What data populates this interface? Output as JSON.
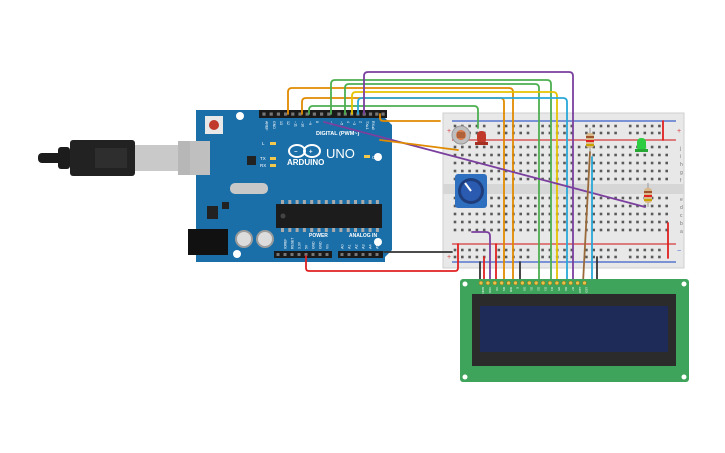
{
  "board": {
    "brand": "ARDUINO",
    "model": "UNO",
    "digital_header": "DIGITAL (PWM~)",
    "power_label": "POWER",
    "analog_label": "ANALOG IN",
    "led_l": "L",
    "led_tx": "TX",
    "led_rx": "RX",
    "on_label": "ON",
    "top_pin_labels": [
      "AREF",
      "GND",
      "13",
      "12",
      "~11",
      "~10",
      "~9",
      "8",
      "7",
      "~6",
      "~5",
      "4",
      "~3",
      "2",
      "TX▸1",
      "RX◂0"
    ],
    "power_pin_labels": [
      "IOREF",
      "RESET",
      "3.3V",
      "5V",
      "GND",
      "GND",
      "Vin"
    ],
    "analog_pin_labels": [
      "A0",
      "A1",
      "A2",
      "A3",
      "A4",
      "A5"
    ]
  },
  "breadboard": {
    "row_letters_top": [
      "j",
      "i",
      "h",
      "g",
      "f"
    ],
    "row_letters_bottom": [
      "e",
      "d",
      "c",
      "b",
      "a"
    ],
    "plus": "+",
    "minus": "−"
  },
  "lcd": {
    "pin_labels": [
      "GND",
      "VCC",
      "V0",
      "RS",
      "RW",
      "E",
      "D0",
      "D1",
      "D2",
      "D3",
      "D4",
      "D5",
      "D6",
      "D7",
      "LED",
      "LED"
    ]
  },
  "colors": {
    "board": "#1b6fa8",
    "lcd_pcb": "#3fa45b",
    "lcd_screen": "#1e2a57",
    "wire_purple": "#7b3f9e",
    "wire_orange": "#e08a00",
    "wire_green": "#4caf50",
    "wire_yellow": "#e6c200",
    "wire_cyan": "#29a8d8",
    "wire_red": "#e02020",
    "wire_black": "#333333",
    "wire_brown": "#9a6a3a"
  }
}
